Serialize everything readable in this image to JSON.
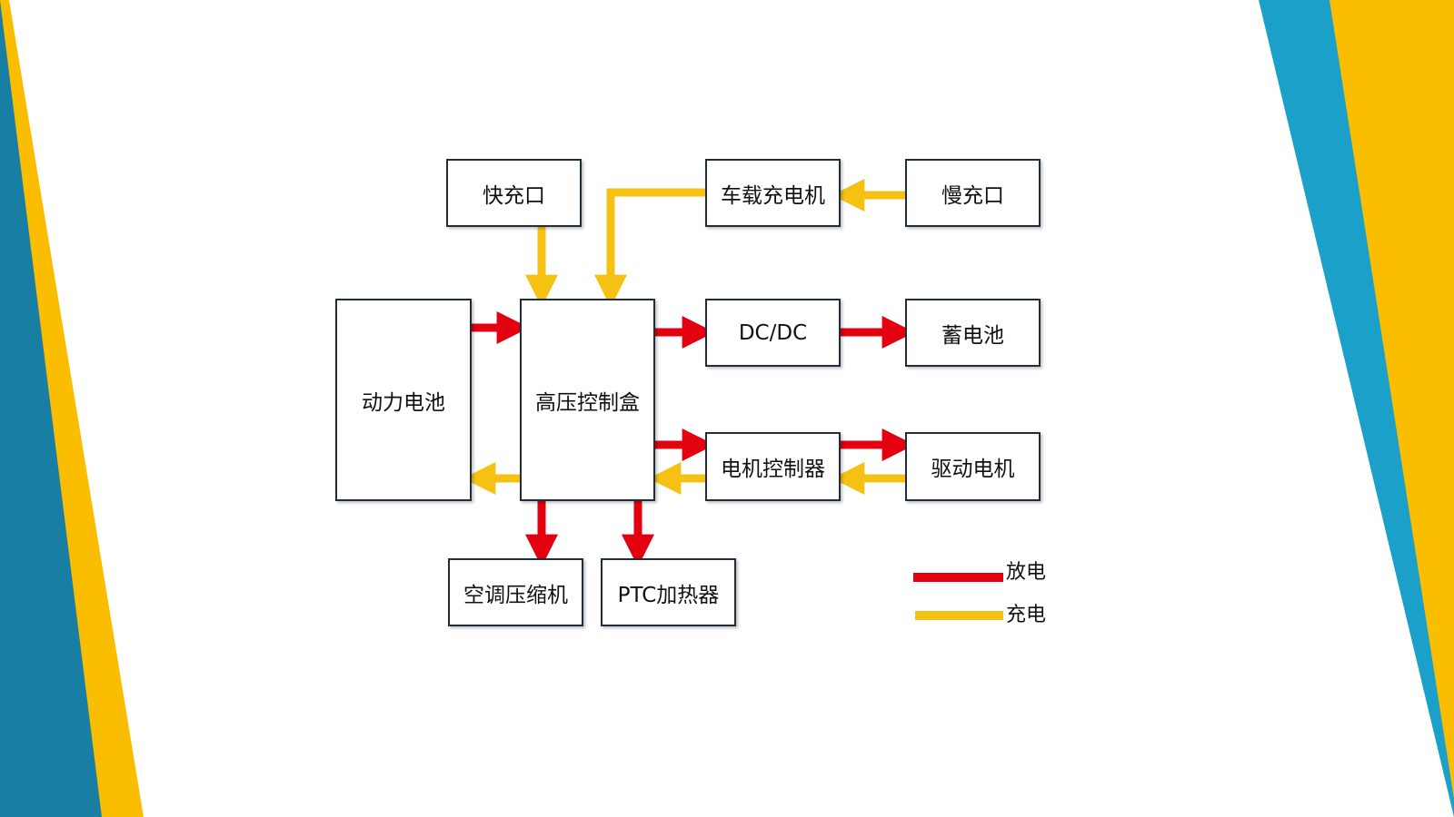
{
  "colors": {
    "discharge": "#e3000f",
    "charge": "#f5c213",
    "accent_yellow": "#fbbd00",
    "accent_blue": "#1ba1c9",
    "accent_teal": "#197ea3",
    "border": "#1f2d3d"
  },
  "nodes": {
    "fast_charge_port": "快充口",
    "onboard_charger": "车载充电机",
    "slow_charge_port": "慢充口",
    "power_battery": "动力电池",
    "hv_control_box": "高压控制盒",
    "dcdc": "DC/DC",
    "storage_battery": "蓄电池",
    "motor_controller": "电机控制器",
    "drive_motor": "驱动电机",
    "ac_compressor": "空调压缩机",
    "ptc_heater": "PTC加热器"
  },
  "legend": {
    "discharge": "放电",
    "charge": "充电"
  }
}
